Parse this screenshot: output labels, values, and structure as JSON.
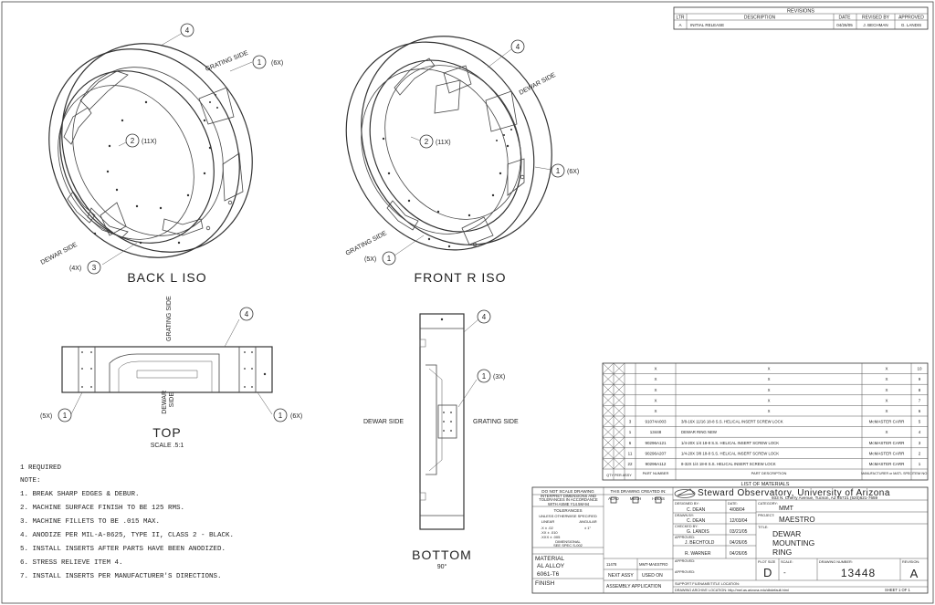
{
  "revisions": {
    "title": "REVISIONS",
    "headers": [
      "LTR",
      "DESCRIPTION",
      "DATE",
      "REVISED BY",
      "APPROVED"
    ],
    "rows": [
      [
        "A",
        "INITIAL RELEASE",
        "04/26/05",
        "J. BECHMAN",
        "G. LANDIS"
      ]
    ]
  },
  "views": {
    "back_iso": "BACK L ISO",
    "front_iso": "FRONT R ISO",
    "top": "TOP",
    "top_scale": "SCALE .5:1",
    "bottom": "BOTTOM",
    "bottom_angle": "90°"
  },
  "callouts": {
    "grating_side": "GRATING SIDE",
    "dewar_side": "DEWAR SIDE",
    "dewar_side_stacked": [
      "DEWAR",
      "SIDE"
    ],
    "q6x": "(6X)",
    "q11x": "(11X)",
    "q4x": "(4X)",
    "q5x": "(5X)",
    "q3x": "(3X)",
    "b1": "1",
    "b2": "2",
    "b3": "3",
    "b4": "4"
  },
  "notes": {
    "required": "1 REQUIRED",
    "heading": "NOTE:",
    "items": [
      "1.  BREAK SHARP EDGES & DEBUR.",
      "2.  MACHINE SURFACE FINISH TO BE 125 RMS.",
      "3.  MACHINE FILLETS TO BE .015 MAX.",
      "4.  ANODIZE PER MIL-A-8625, TYPE II, CLASS 2 - BLACK.",
      "5.  INSTALL INSERTS AFTER PARTS HAVE BEEN ANODIZED.",
      "6.  STRESS RELIEVE ITEM 4.",
      "7.  INSTALL INSERTS PER MANUFACTURER'S DIRECTIONS."
    ]
  },
  "bom": {
    "rows": [
      {
        "item": "10",
        "qty": "",
        "pn": "X",
        "desc": "X",
        "mfr": "X"
      },
      {
        "item": "9",
        "qty": "",
        "pn": "X",
        "desc": "X",
        "mfr": "X"
      },
      {
        "item": "8",
        "qty": "",
        "pn": "X",
        "desc": "X",
        "mfr": "X"
      },
      {
        "item": "7",
        "qty": "",
        "pn": "X",
        "desc": "X",
        "mfr": "X"
      },
      {
        "item": "6",
        "qty": "",
        "pn": "X",
        "desc": "X",
        "mfr": "X"
      },
      {
        "item": "5",
        "qty": "3",
        "pn": "91074A003",
        "desc": "3/8-16X 11/16  18-8 S.S. HELICAL INSERT SCREW LOCK",
        "mfr": "McMASTER CARR"
      },
      {
        "item": "4",
        "qty": "1",
        "pn": "13448",
        "desc": "DEWAR RING NEW",
        "mfr": "X"
      },
      {
        "item": "3",
        "qty": "6",
        "pn": "90296A121",
        "desc": "1/4-20X 1/4  18-8 S.S. HELICAL INSERT SCREW LOCK",
        "mfr": "McMASTER CARR"
      },
      {
        "item": "2",
        "qty": "11",
        "pn": "90296A207",
        "desc": "1/4-20X 3/8  18-8 S.S. HELICAL INSERT SCREW LOCK",
        "mfr": "McMASTER CARR"
      },
      {
        "item": "1",
        "qty": "22",
        "pn": "90296A112",
        "desc": "8-32X 1/4  18-8 S.S. HELICAL INSERT SCREW LOCK",
        "mfr": "McMASTER CARR"
      }
    ],
    "hdr_qty": "QTY PER ASSY",
    "hdr_pn": "PART NUMBER",
    "hdr_desc": "PART DESCRIPTION",
    "hdr_mfr": "MANUFACTURER or MAT'L SPEC",
    "hdr_item": "ITEM NO",
    "list_title": "LIST OF MATERIALS"
  },
  "titleblock": {
    "do_not_scale": "DO NOT SCALE DRAWING",
    "created_in": "THIS DRAWING CREATED IN:",
    "acad": "ACAD",
    "mech": "MECH",
    "ideas": "I-DEAS",
    "interpret": "INTERPRET DIMENSIONS AND TOLERANCES IN ACCORDANCE WITH ASME Y14.5M-94",
    "tolerances": "TOLERANCES",
    "unless": "UNLESS OTHERWISE SPECIFIED",
    "linear": "LINEAR",
    "angular": "ANGULAR",
    "tol1": ".X  ± .02",
    "tol2": ".XX ± .010",
    "tol3": ".XXX ± .005",
    "tol_ang": "± 1°",
    "dimensional": "DIMENSIONAL",
    "see_spec": "SEE SPEC S-002",
    "material_label": "MATERIAL",
    "material": "AL ALLOY",
    "material2": "6061-T6",
    "finish_label": "FINISH",
    "designed_by_label": "DESIGNED BY:",
    "designed_by": "C. DEAN",
    "date_label": "DATE:",
    "designed_date": "4/08/04",
    "drawn_by_label": "DRAWN BY:",
    "drawn_by": "C. DEAN",
    "drawn_date": "12/03/04",
    "checked_by_label": "CHECKED BY:",
    "checked_by": "G. LANDIS",
    "checked_date": "03/21/05",
    "approved_label": "APPROVED:",
    "approved_by": "J. BECHTOLD",
    "approved_date": "04/26/05",
    "approved2_by": "R. WARNER",
    "approved2_date": "04/26/05",
    "org": "Steward Observatory, University of Arizona",
    "address": "933 N. Cherry Avenue, Tucson, AZ 85721  (520)621-7659",
    "category_label": "CATEGORY:",
    "category": "MMT",
    "project_label": "PROJECT:",
    "project": "MAESTRO",
    "title_label": "TITLE:",
    "title_lines": [
      "DEWAR",
      "MOUNTING",
      "RING"
    ],
    "next_assy_label": "NEXT ASSY",
    "used_on_label": "USED ON",
    "next_assy": "11478",
    "used_on": "MMT-MAESTRO",
    "assembly_app": "ASSEMBLY APPLICATION",
    "plot_size_label": "PLOT SIZE",
    "plot_size": "D",
    "scale_label": "SCALE:",
    "scale": "-",
    "drawing_number_label": "DRAWING NUMBER:",
    "drawing_number": "13448",
    "revision_label": "REVISION:",
    "revision": "A",
    "support": "SUPPORT FILENAME/TITLE LOCATION:",
    "archive": "DRAWING ARCHIVE LOCATION: http://mel.as.arizona.edu/dbdefault.html",
    "sheet": "SHEET 1 OF 1"
  }
}
